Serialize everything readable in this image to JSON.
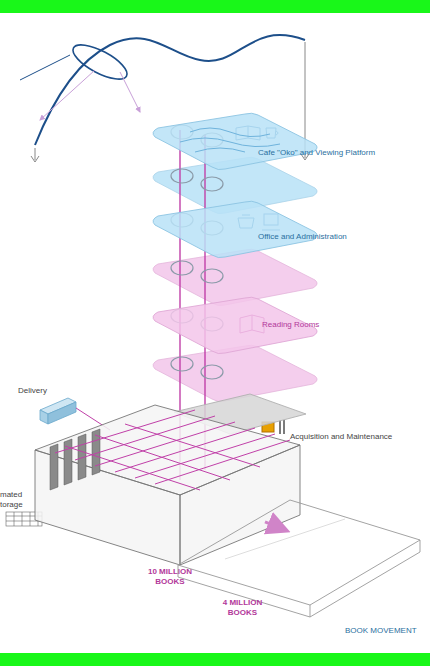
{
  "diagram": {
    "nodes": [
      {
        "text": [
          "Cafe \"Oko\" and Viewing Platform"
        ]
      },
      {
        "text": [
          "Office and Administration"
        ]
      },
      {
        "text": [
          "Reading Rooms"
        ]
      },
      {
        "text": [
          "Acquisition and Maintenance"
        ]
      },
      {
        "text": [
          "10 MILLION BOOKS"
        ]
      },
      {
        "text": [
          "4 MILLION BOOKS"
        ]
      }
    ],
    "edges": [
      {
        "from": 4,
        "to": 5,
        "arrow": "to"
      }
    ],
    "labels": [
      "Delivery",
      "mated torage",
      "BOOK MOVEMENT"
    ]
  }
}
